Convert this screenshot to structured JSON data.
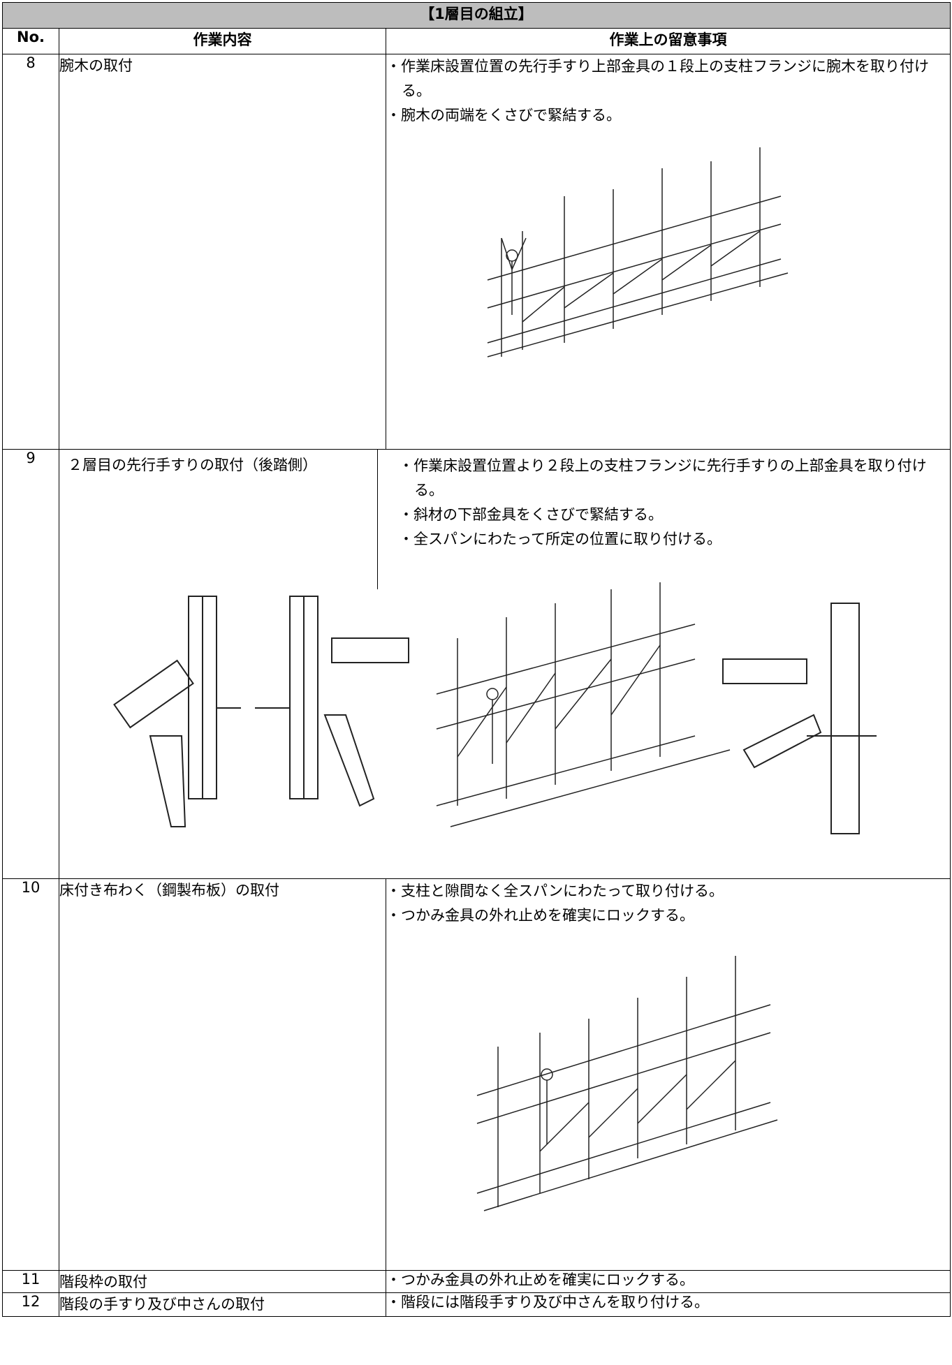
{
  "title": "【1層目の組立】",
  "headers": {
    "no": "No.",
    "task": "作業内容",
    "notes": "作業上の留意事項"
  },
  "rows": [
    {
      "no": "8",
      "task": "腕木の取付",
      "notes": [
        "・作業床設置位置の先行手すり上部金具の１段上の支柱フランジに腕木を取り付ける。",
        "・腕木の両端をくさびで緊結する。"
      ]
    },
    {
      "no": "9",
      "task": "２層目の先行手すりの取付（後踏側）",
      "notes": [
        "・作業床設置位置より２段上の支柱フランジに先行手すりの上部金具を取り付ける。",
        "・斜材の下部金具をくさびで緊結する。",
        "・全スパンにわたって所定の位置に取り付ける。"
      ]
    },
    {
      "no": "10",
      "task": "床付き布わく（鋼製布板）の取付",
      "notes": [
        "・支柱と隙間なく全スパンにわたって取り付ける。",
        "・つかみ金具の外れ止めを確実にロックする。"
      ]
    },
    {
      "no": "11",
      "task": "階段枠の取付",
      "notes": [
        "・つかみ金具の外れ止めを確実にロックする。"
      ]
    },
    {
      "no": "12",
      "task": "階段の手すり及び中さんの取付",
      "notes": [
        "・階段には階段手すり及び中さんを取り付ける。"
      ]
    }
  ]
}
